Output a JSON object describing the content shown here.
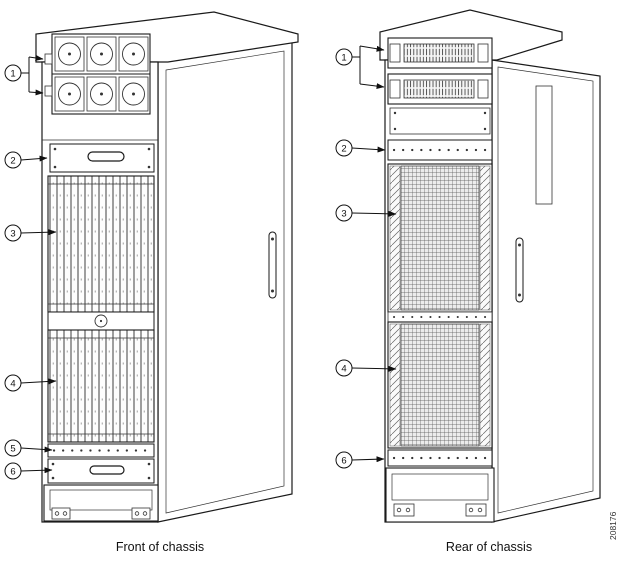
{
  "figure": {
    "front_caption": "Front of chassis",
    "rear_caption": "Rear of chassis",
    "figure_number": "208176"
  },
  "callouts": {
    "front": [
      "1",
      "2",
      "3",
      "4",
      "5",
      "6"
    ],
    "rear": [
      "1",
      "2",
      "3",
      "4",
      "6"
    ]
  },
  "colors": {
    "line": "#1a1a1a",
    "background": "#ffffff"
  }
}
